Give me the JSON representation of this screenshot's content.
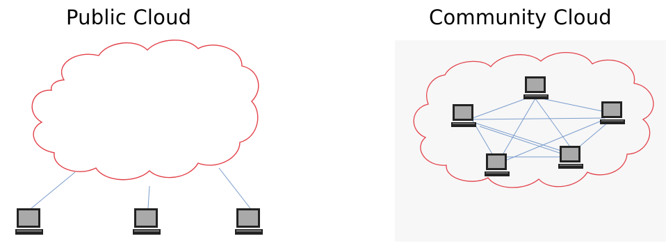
{
  "diagrams": [
    {
      "title": "Public Cloud",
      "topology": "laptops connected to cloud",
      "device_count": 3
    },
    {
      "title": "Community Cloud",
      "topology": "laptops fully meshed inside cloud",
      "device_count": 5
    }
  ],
  "colors": {
    "cloud_outline": "#e2424a",
    "link_line": "#7a9ccc",
    "laptop_screen": "#a9a9a9",
    "laptop_body": "#222222",
    "background_left": "#ffffff",
    "background_right": "#f7f7f7"
  },
  "icons": [
    "cloud-shape",
    "laptop-icon"
  ]
}
